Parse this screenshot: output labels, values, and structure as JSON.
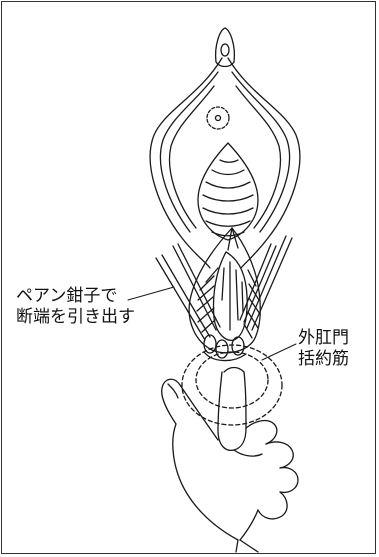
{
  "labels": {
    "forceps_line1": "ペアン鉗子で",
    "forceps_line2": "断端を引き出す",
    "sphincter_line1": "外肛門",
    "sphincter_line2": "括約筋"
  },
  "colors": {
    "ink": "#1a1a1a",
    "paper": "#ffffff",
    "frame": "#333333"
  }
}
